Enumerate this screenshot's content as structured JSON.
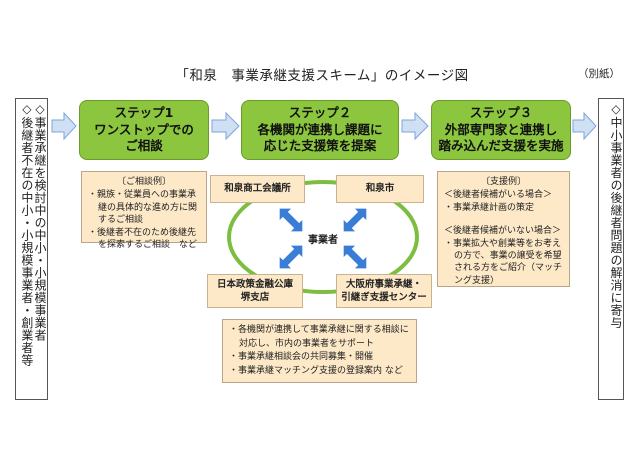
{
  "title": "「和泉　事業承継支援スキーム」のイメージ図",
  "attachment": "（別紙）",
  "left_target": [
    "◇事業承継を検討中の中小・小規模事業者",
    "◇後継者不在の中小・小規模事業者・創業者等"
  ],
  "right_goal": [
    "◇中小事業者の後継者問題の解消に寄与"
  ],
  "steps": [
    {
      "heading": "ステップ1",
      "line1": "ワンストップでの",
      "line2": "ご相談"
    },
    {
      "heading": "ステップ２",
      "line1": "各機関が連携し課題に",
      "line2": "応じた支援策を提案"
    },
    {
      "heading": "ステップ３",
      "line1": "外部専門家と連携し",
      "line2": "踏み込んだ支援を実施"
    }
  ],
  "consult_examples": {
    "heading": "〔ご相談例〕",
    "items": [
      "・親族・従業員への事業承継の具体的な進め方に関するご相談",
      "・後継者不在のため後継先を探索するご相談　など"
    ]
  },
  "support_examples": {
    "heading": "〔支援例〕",
    "lines": [
      "＜後継者候補がいる場合＞",
      "・事業承継計画の策定",
      "",
      "＜後継者候補がいない場合＞",
      "・事業拡大や創業等をお考えの方で、事業の譲受を希望される方をご紹介（マッチング支援）"
    ]
  },
  "hub": {
    "center": "事業者",
    "orgs": [
      {
        "line1": "和泉商工会議所",
        "line2": ""
      },
      {
        "line1": "和泉市",
        "line2": ""
      },
      {
        "line1": "日本政策金融公庫",
        "line2": "堺支店"
      },
      {
        "line1": "大阪府事業承継・",
        "line2": "引継ぎ支援センター"
      }
    ]
  },
  "bottom_notes": [
    "・各機関が連携して事業承継に関する相談に対応し、市内の事業者をサポート",
    "・事業承継相談会の共同募集・開催",
    "・事業承継マッチング支援の登録案内 など"
  ],
  "colors": {
    "step_fill": "#8cc63f",
    "note_fill": "#fde9c8",
    "arrow_blue": "#3a7dd6",
    "ring_green": "#7dbd3f",
    "flow_arrow": "#cfe0f5"
  }
}
